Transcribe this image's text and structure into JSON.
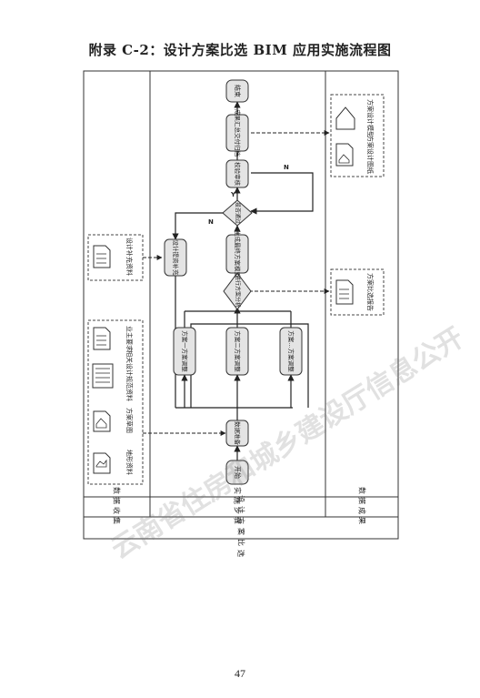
{
  "page": {
    "title": "附录 C-2：设计方案比选 BIM 应用实施流程图",
    "page_number": "47",
    "watermark_lines": [
      "云南省住房和城乡建设厅信息公开",
      "公开"
    ]
  },
  "lanes": {
    "process_name": "设计方案比选",
    "input": "数据收集",
    "steps": "实施步骤",
    "output": "数据成果"
  },
  "inputs": {
    "terrain": "地形资料",
    "scheme_drawings": "方案草图",
    "standards": "相关设计规范资料",
    "owner_requirements": "业主要求",
    "supplement": "设计补充资料"
  },
  "steps": {
    "start": "开始",
    "data_prep": "数据准备",
    "scheme_1": "方案一方案调整",
    "scheme_2": "方案二方案调整",
    "scheme_n": "方案…方案调整",
    "analysis": "进行方案分析",
    "supplement_step": "设计提资补充",
    "generate_model": "生成最终方案模型",
    "decision": "是否通过",
    "review": "校验审核",
    "deliver": "成果汇总交付归档",
    "end": "结束",
    "yes": "Y",
    "no": "N"
  },
  "outputs": {
    "report": "方案比选报告",
    "design_model": "方案设计模型",
    "design_drawings": "方案设计图纸"
  }
}
